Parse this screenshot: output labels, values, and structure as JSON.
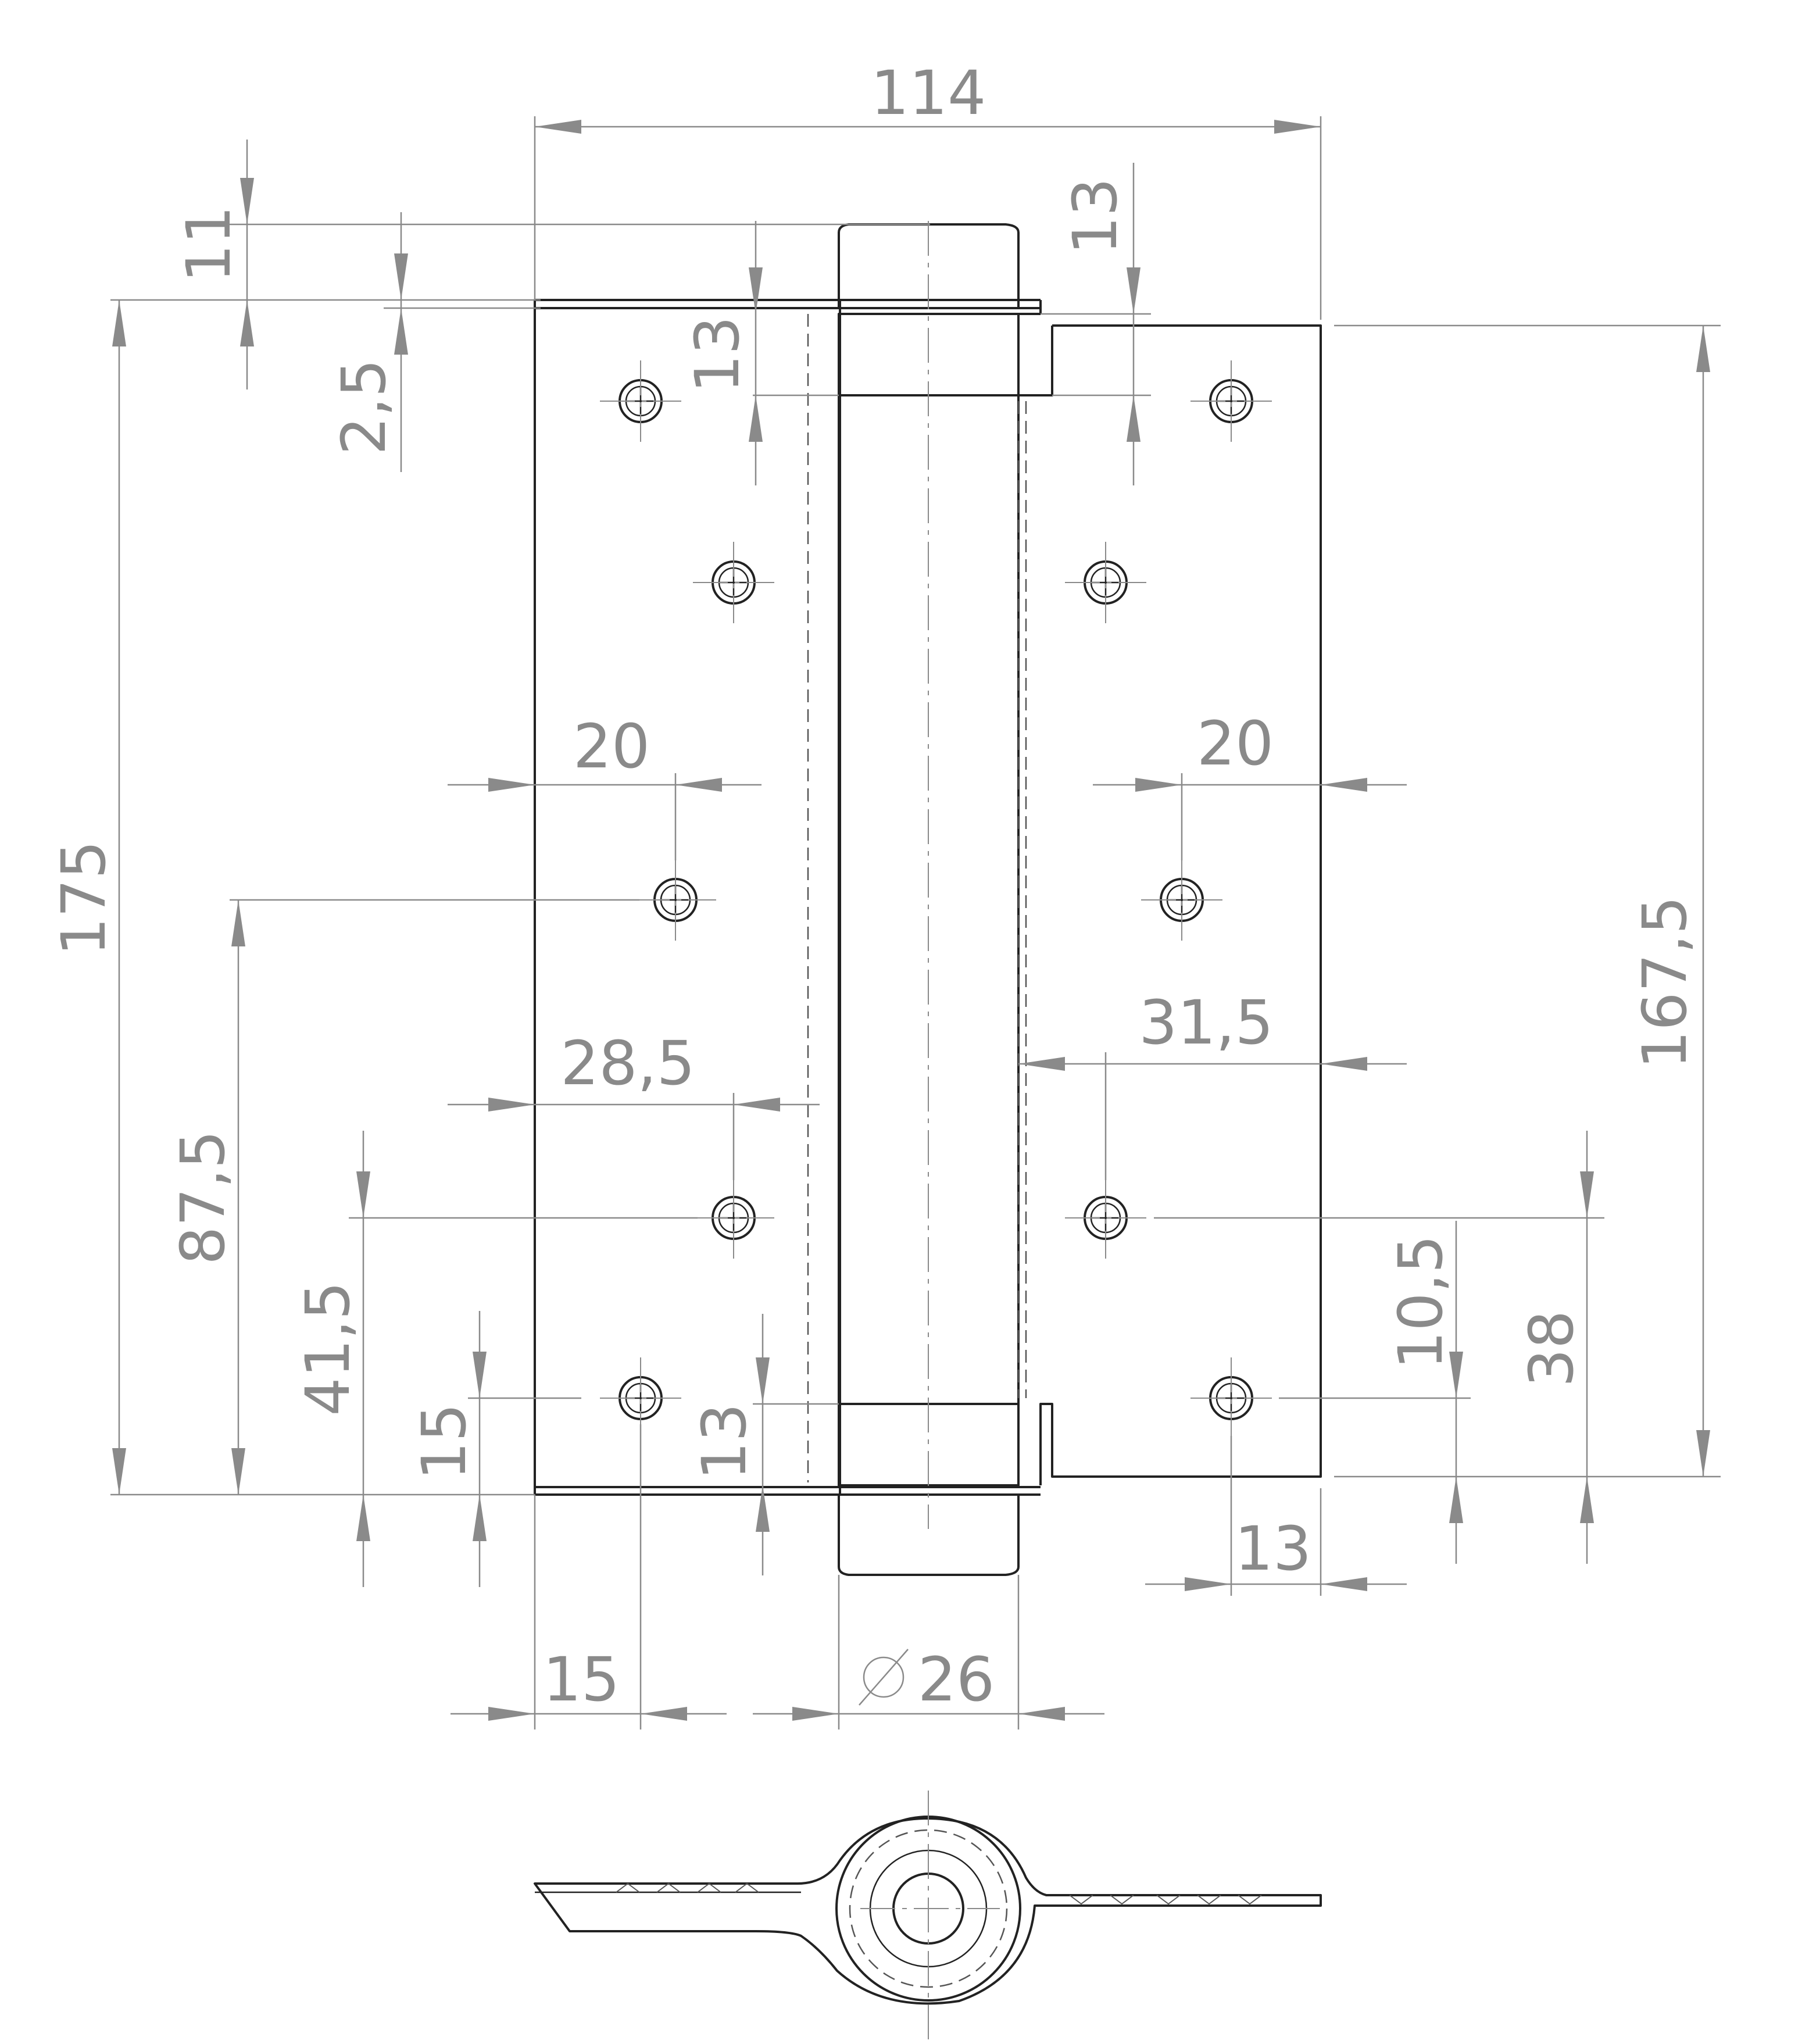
{
  "dimensions": {
    "overall_width": "114",
    "top_offset": "11",
    "knuckle_gap": "2,5",
    "left_top_cap": "13",
    "right_top_cap": "13",
    "overall_height": "175",
    "leaf_height": "167,5",
    "left_hole_inset": "20",
    "right_hole_inset": "20",
    "half_height": "87,5",
    "left_hole_offset": "28,5",
    "right_hole_offset": "31,5",
    "lower_hole_height": "41,5",
    "bottom_hole_height": "15",
    "left_bottom_cap": "13",
    "right_bottom_offset": "10,5",
    "right_lower_hole": "38",
    "edge_distance": "15",
    "barrel_diameter": "26",
    "right_edge_distance": "13"
  }
}
